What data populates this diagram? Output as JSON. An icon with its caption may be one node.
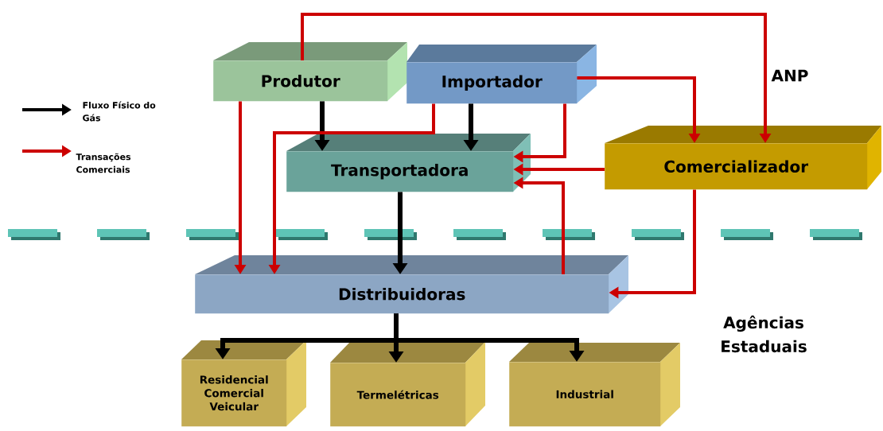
{
  "diagram": {
    "nodes": [
      {
        "text": [
          "Produtor"
        ]
      },
      {
        "text": [
          "Importador"
        ]
      },
      {
        "text": [
          "Transportadora"
        ]
      },
      {
        "text": [
          "Comercializador"
        ]
      },
      {
        "text": [
          "Distribuidoras"
        ]
      },
      {
        "text": [
          "Residencial Comercial Veicular"
        ]
      },
      {
        "text": [
          "Termelétricas"
        ]
      },
      {
        "text": [
          "Industrial"
        ]
      }
    ],
    "edges": [
      {
        "from": 0,
        "to": 2,
        "arrow": "to",
        "color": "#000000"
      },
      {
        "from": 1,
        "to": 2,
        "arrow": "to",
        "color": "#000000"
      },
      {
        "from": 2,
        "to": 4,
        "arrow": "to",
        "color": "#000000"
      },
      {
        "from": 4,
        "to": 5,
        "arrow": "to",
        "color": "#000000"
      },
      {
        "from": 4,
        "to": 6,
        "arrow": "to",
        "color": "#000000"
      },
      {
        "from": 4,
        "to": 7,
        "arrow": "to",
        "color": "#000000"
      },
      {
        "from": 0,
        "to": 3,
        "arrow": "to"
      },
      {
        "from": 0,
        "to": 4,
        "arrow": "to"
      },
      {
        "from": 1,
        "to": 4,
        "arrow": "to"
      },
      {
        "from": 1,
        "to": 3,
        "arrow": "to"
      },
      {
        "from": 1,
        "to": 2,
        "arrow": "to"
      },
      {
        "from": 3,
        "to": 2,
        "arrow": "to"
      },
      {
        "from": 4,
        "to": 2,
        "arrow": "to"
      },
      {
        "from": 3,
        "to": 4,
        "arrow": "to"
      }
    ],
    "labels": [
      "ANP",
      "Agências Estaduais"
    ],
    "legend": [
      {
        "text": "Fluxo Físico do Gás"
      },
      {
        "text": "Transações Comerciais"
      }
    ]
  }
}
